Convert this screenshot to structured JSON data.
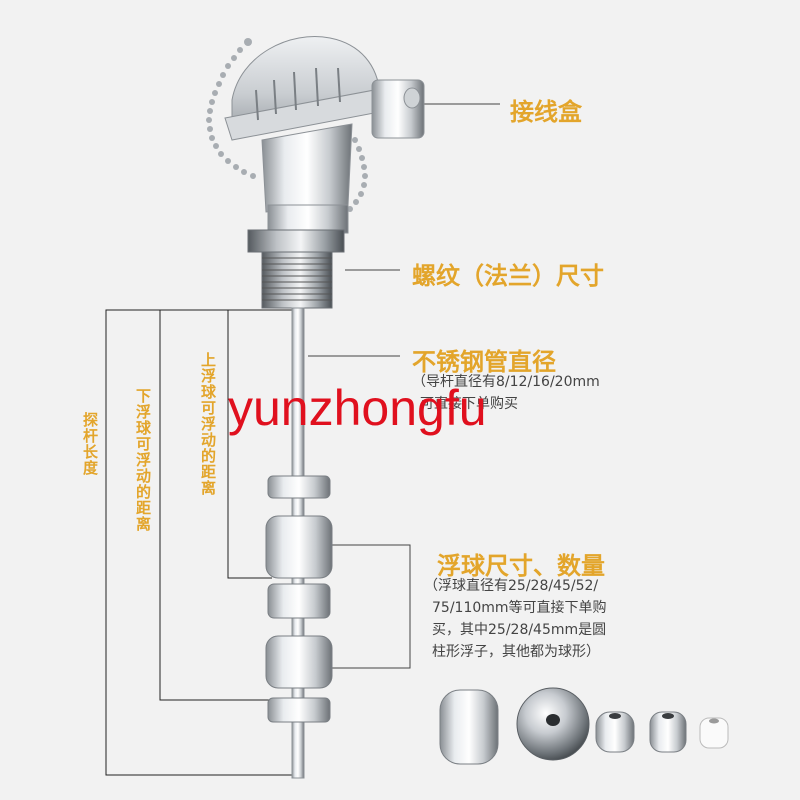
{
  "callouts": {
    "junction_box": "接线盒",
    "thread": "螺纹（法兰）尺寸",
    "pipe": {
      "title": "不锈钢管直径",
      "note_line1": "（导杆直径有8/12/16/20mm",
      "note_line2": "可直接下单购买"
    },
    "float": {
      "title": "浮球尺寸、数量",
      "note_line1": "（浮球直径有25/28/45/52/",
      "note_line2": "75/110mm等可直接下单购",
      "note_line3": "买，其中25/28/45mm是圆",
      "note_line4": "柱形浮子，其他都为球形）"
    }
  },
  "dimensions": {
    "probe_length": "探杆长度",
    "lower_float_travel": "下浮球可浮动的距离",
    "upper_float_travel": "上浮球可浮动的距离"
  },
  "watermark": "yunzhongfu",
  "colors": {
    "accent": "#e3a52b",
    "watermark": "#e0101e",
    "background": "#f2f2f2"
  }
}
